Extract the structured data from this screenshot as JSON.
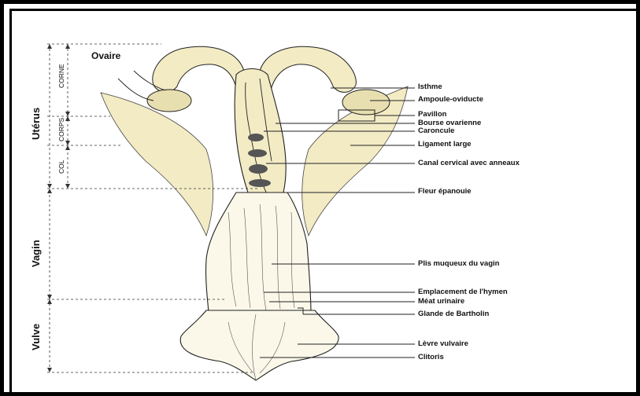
{
  "title_label": "Ovaire",
  "regions": {
    "uterus": "Utérus",
    "vagin": "Vagin",
    "vulve": "Vulve"
  },
  "sub_regions": {
    "corne": "CORNE",
    "corps": "CORPS",
    "col": "COL"
  },
  "annotations": [
    "Isthme",
    "Ampoule-oviducte",
    "Pavillon",
    "Bourse ovarienne",
    "Caroncule",
    "Ligament large",
    "Canal cervical avec anneaux",
    "Fleur épanouie",
    "Plis muqueux du vagin",
    "Emplacement de l'hymen",
    "Méat urinaire",
    "Glande de Bartholin",
    "Lèvre vulvaire",
    "Clitoris"
  ],
  "colors": {
    "tissue": "#f2ebc4",
    "line": "#1a1a1a",
    "frame": "#000000"
  }
}
